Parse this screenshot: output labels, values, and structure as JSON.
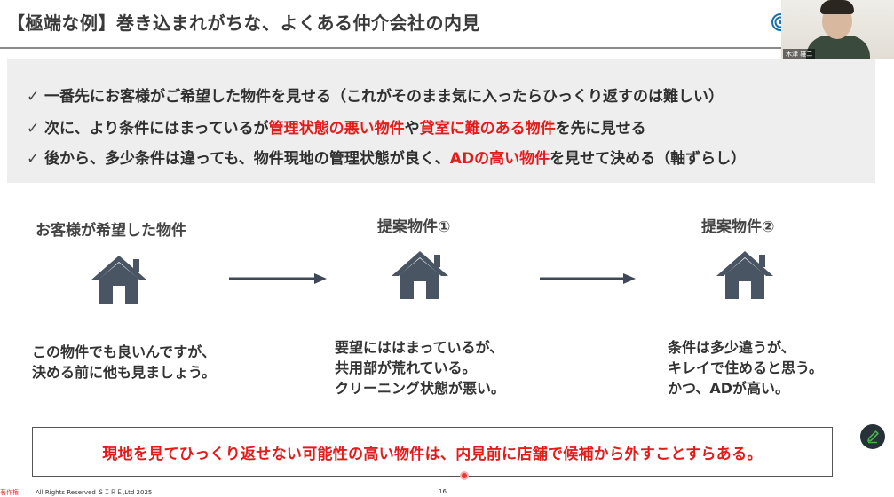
{
  "slide": {
    "title": "【極端な例】巻き込まれがちな、よくある仲介会社の内見",
    "bullets": [
      {
        "check": "✓",
        "parts": [
          "一番先にお客様がご希望した物件を見せる（これがそのまま気に入ったらひっくり返すのは難しい）"
        ]
      },
      {
        "check": "✓",
        "parts": [
          "次に、より条件にはまっているが",
          "管理状態の悪い物件",
          "や",
          "貸室に難のある物件",
          "を先に見せる"
        ]
      },
      {
        "check": "✓",
        "parts": [
          "後から、多少条件は違っても、物件現地の管理状態が良く、",
          "ADの高い物件",
          "を見せて決める（軸ずらし）"
        ]
      }
    ],
    "steps": [
      {
        "title": "お客様が希望した物件",
        "icon": "house-icon",
        "lines": [
          "この物件でも良いんですが、",
          "決める前に他も見ましょう。"
        ]
      },
      {
        "title": "提案物件①",
        "icon": "house-icon",
        "lines": [
          "要望にははまっているが、",
          "共用部が荒れている。",
          "クリーニング状態が悪い。"
        ]
      },
      {
        "title": "提案物件②",
        "icon": "house-icon",
        "lines": [
          "条件は多少違うが、",
          "キレイで住めると思う。",
          "かつ、ADが高い。"
        ]
      }
    ],
    "callout": "現地を見てひっくり返せない可能性の高い物件は、内見前に店舗で候補から外すことすらある。",
    "page_number": "16"
  },
  "footer": {
    "rights_label": "著作権",
    "copyright": "All Rights Reserved ＳＩＲＥ,Ltd 2025"
  },
  "video": {
    "name_label": "木津 雄二"
  },
  "colors": {
    "accent_red": "#e31b1b",
    "house": "#4a5563",
    "text": "#333333",
    "summary_bg": "#eeeeee"
  }
}
